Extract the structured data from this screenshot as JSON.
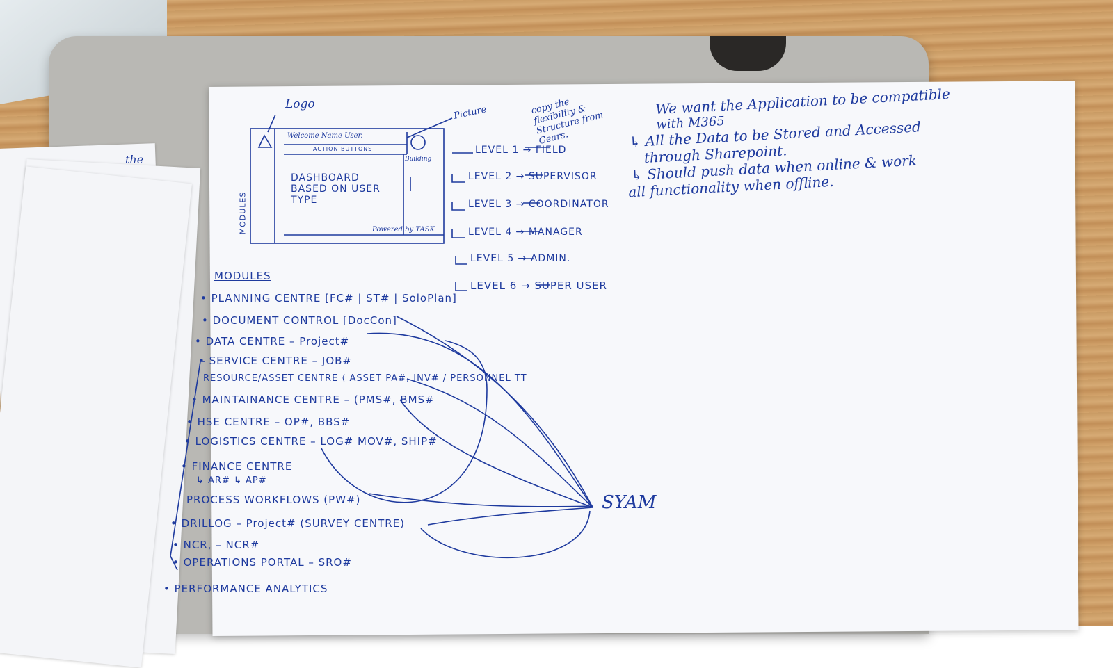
{
  "wireframe": {
    "logo_label": "Logo",
    "welcome_text": "Welcome Name User.",
    "action_buttons": "ACTION BUTTONS",
    "picture_label": "Picture",
    "building_label": "Building",
    "modules_label": "MODULES",
    "dashboard_text": [
      "DASHBOARD",
      "BASED ON USER",
      "TYPE"
    ],
    "powered_by": "Powered by TASK"
  },
  "copy_note": [
    "copy the",
    "flexibility &",
    "Structure from",
    "Gears."
  ],
  "levels": [
    "LEVEL 1 → FIELD",
    "LEVEL 2 → SUPERVISOR",
    "LEVEL 3 → COORDINATOR",
    "LEVEL 4 → MANAGER",
    "LEVEL 5 → ADMIN.",
    "LEVEL 6 → SUPER USER"
  ],
  "requirements": [
    "We want the Application to be compatible",
    "with M365",
    "↳ All the Data to be Stored and Accessed",
    "through Sharepoint.",
    "↳ Should push data when online & work",
    "all functionality when offline."
  ],
  "modules_heading": "MODULES",
  "modules": [
    "• PLANNING CENTRE [FC# | ST# | SoloPlan]",
    "• DOCUMENT CONTROL [DocCon]",
    "• DATA CENTRE – Project#",
    "• SERVICE CENTRE – JOB#",
    "RESOURCE/ASSET CENTRE ⟨ ASSET PA#, INV# / PERSONNEL TT",
    "• MAINTAINANCE CENTRE – (PMS#, BMS#",
    "• HSE CENTRE – OP#, BBS#",
    "• LOGISTICS CENTRE – LOG# MOV#, SHIP#",
    "• FINANCE CENTRE",
    "↳ AR# ↳ AP#",
    "PROCESS WORKFLOWS (PW#)",
    "• DRILLOG – Project# (SURVEY CENTRE)",
    "• NCR, – NCR#",
    "• OPERATIONS PORTAL – SRO#",
    "• PERFORMANCE ANALYTICS"
  ],
  "assignee": "SYAM",
  "side_paper_note": "the"
}
